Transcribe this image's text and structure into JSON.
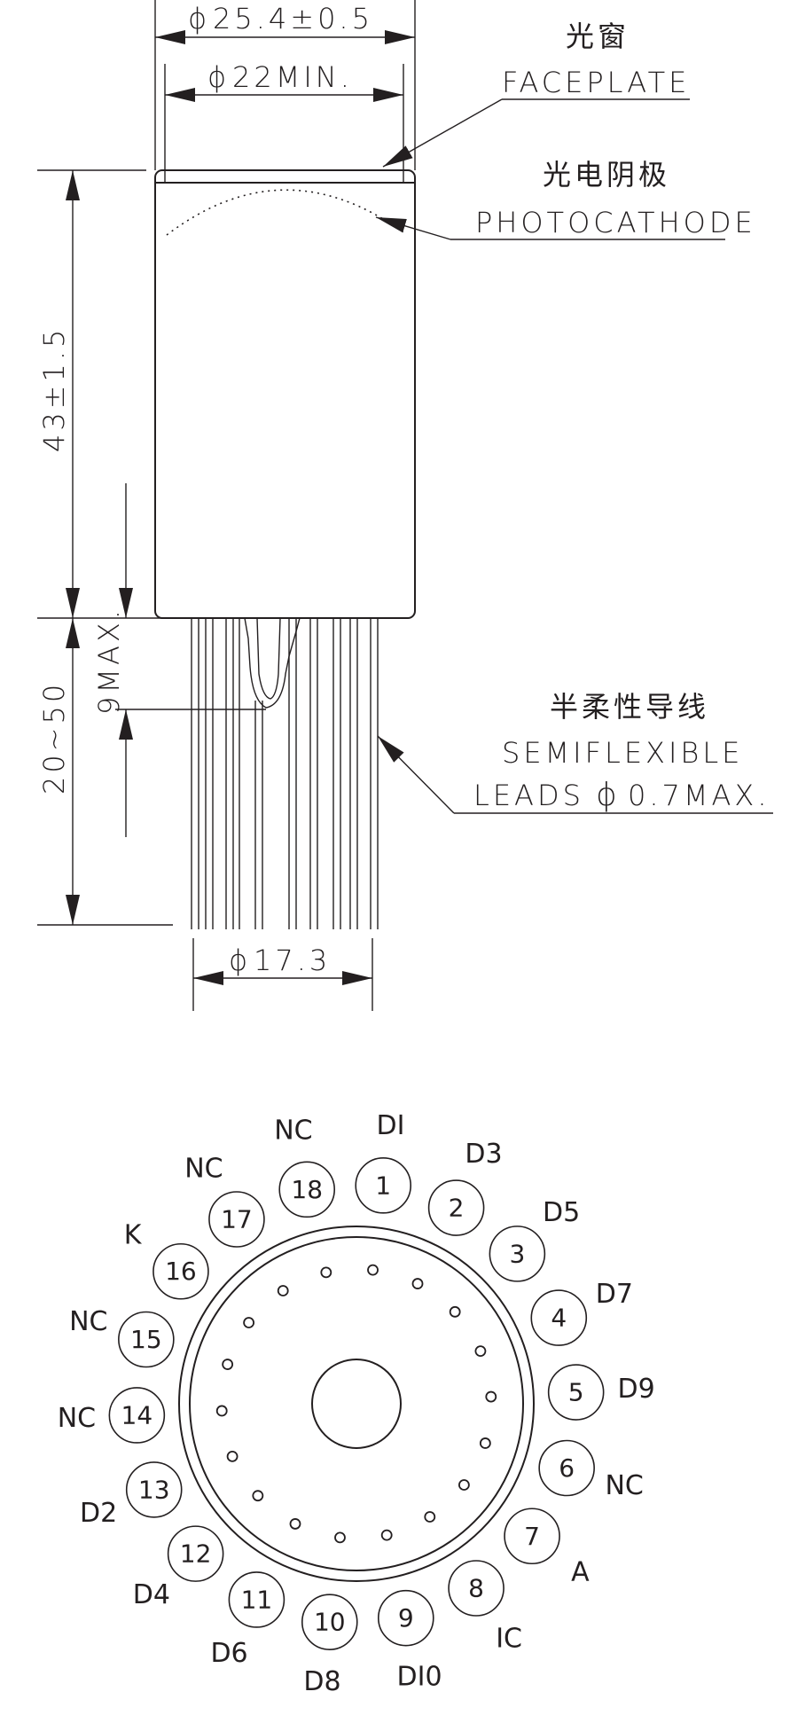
{
  "dimensions": {
    "faceplate_dia": "25.4±0.5",
    "faceplate_min": "22MIN.",
    "body_length": "43±1.5",
    "lead_length": "20~50",
    "lead_offset": "9MAX.",
    "lead_circle_dia": "17.3",
    "dia_symbol": "ϕ"
  },
  "callouts": {
    "faceplate_cn": "光窗",
    "faceplate_en": "FACEPLATE",
    "photocathode_cn": "光电阴极",
    "photocathode_en": "PHOTOCATHODE",
    "leads_cn": "半柔性导线",
    "leads_en_1": "SEMIFLEXIBLE",
    "leads_en_2": "LEADS",
    "leads_dia": "0.7MAX.",
    "leads_dia_symbol": "ϕ"
  },
  "pins": [
    {
      "num": "1",
      "label": "DI"
    },
    {
      "num": "2",
      "label": "D3"
    },
    {
      "num": "3",
      "label": "D5"
    },
    {
      "num": "4",
      "label": "D7"
    },
    {
      "num": "5",
      "label": "D9"
    },
    {
      "num": "6",
      "label": "NC"
    },
    {
      "num": "7",
      "label": "A"
    },
    {
      "num": "8",
      "label": "IC"
    },
    {
      "num": "9",
      "label": "DI0"
    },
    {
      "num": "10",
      "label": "D8"
    },
    {
      "num": "11",
      "label": "D6"
    },
    {
      "num": "12",
      "label": "D4"
    },
    {
      "num": "13",
      "label": "D2"
    },
    {
      "num": "14",
      "label": "NC"
    },
    {
      "num": "15",
      "label": "NC"
    },
    {
      "num": "16",
      "label": "K"
    },
    {
      "num": "17",
      "label": "NC"
    },
    {
      "num": "18",
      "label": "NC"
    }
  ]
}
